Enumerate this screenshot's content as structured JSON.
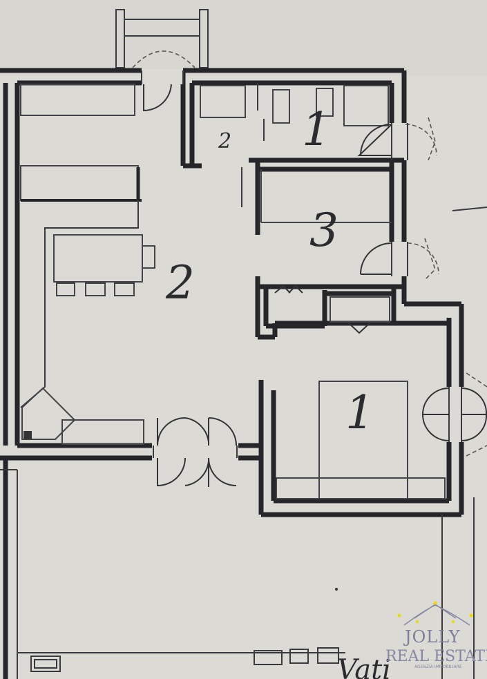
{
  "plan": {
    "room_labels": [
      {
        "id": "bathroom",
        "text": "1"
      },
      {
        "id": "wc",
        "text": "2"
      },
      {
        "id": "room_small",
        "text": "3"
      },
      {
        "id": "living",
        "text": "2"
      },
      {
        "id": "bedroom",
        "text": "1"
      }
    ],
    "bottom_scribble": "Vati"
  },
  "watermark": {
    "brand": "JOLLY",
    "subtitle": "REAL ESTATE",
    "tagline": "AGENZIA IMMOBILIARE",
    "color": "#8886a3",
    "dot_color": "#f2d600"
  },
  "colors": {
    "paper": "#dcdad5",
    "ink": "#26262a"
  }
}
